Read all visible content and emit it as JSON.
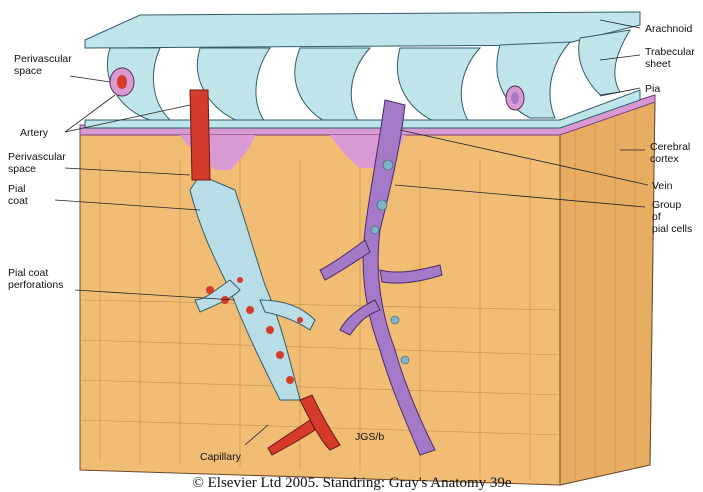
{
  "labels_left": {
    "perivascular_space_top": [
      "Perivascular",
      "space"
    ],
    "artery": "Artery",
    "perivascular_space_mid": [
      "Perivascular",
      "space"
    ],
    "pial_coat": [
      "Pial",
      "coat"
    ],
    "pial_coat_perforations": [
      "Pial coat",
      "perforations"
    ]
  },
  "labels_right": {
    "arachnoid": "Arachnoid",
    "trabecular_sheet": [
      "Trabecular",
      "sheet"
    ],
    "pia": "Pia",
    "cerebral_cortex": [
      "Cerebral",
      "cortex"
    ],
    "vein": "Vein",
    "group_of_pial_cells": [
      "Group",
      "of",
      "pial cells"
    ]
  },
  "labels_bottom": {
    "capillary": "Capillary",
    "scale_mark": "JGS/b"
  },
  "copyright": "© Elsevier Ltd 2005. Standring: Gray's Anatomy 39e",
  "colors": {
    "cortex": "#f1bd74",
    "arachnoid": "#bfe4ea",
    "pia": "#d99ad3",
    "artery": "#d63a2a",
    "vein": "#a47ac8",
    "pial_coat": "#b9dde6"
  }
}
